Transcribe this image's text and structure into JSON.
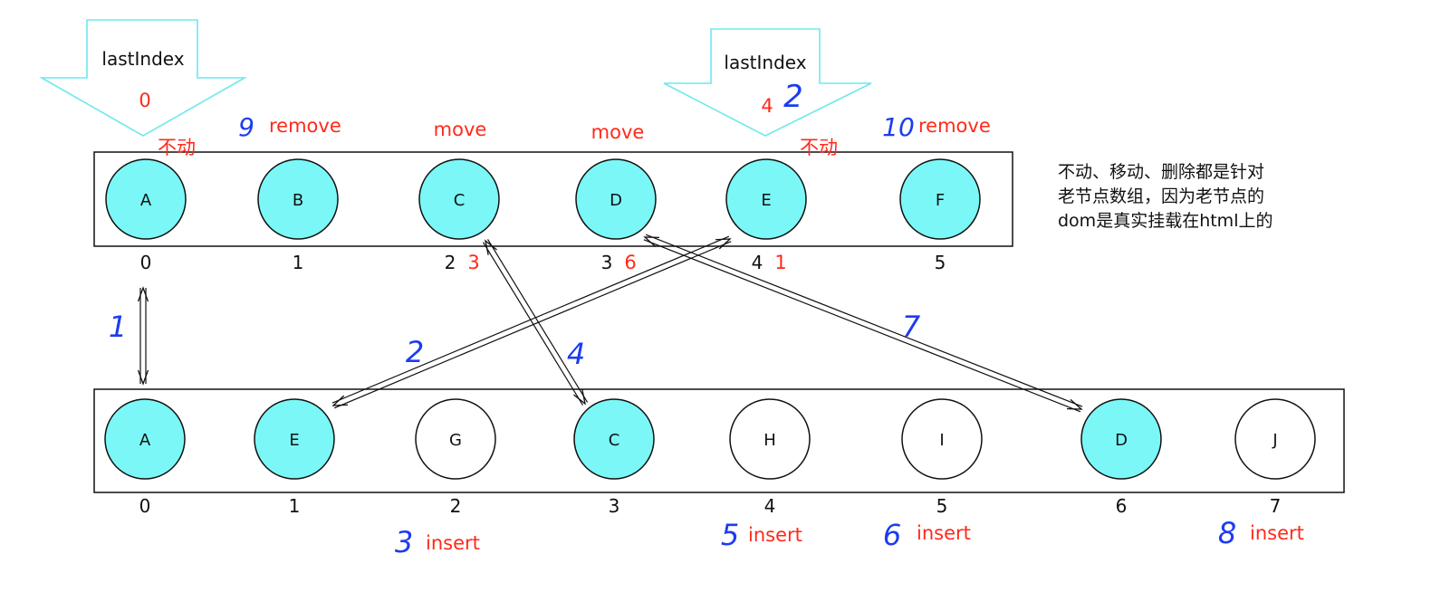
{
  "colors": {
    "filled_node": "#7bf7f7",
    "empty_node": "#ffffff",
    "pointer_stroke": "#6ee8ee",
    "annotation_red": "#ff2a1a",
    "annotation_blue": "#1c3cf0"
  },
  "pointers": [
    {
      "label": "lastIndex",
      "value": "0"
    },
    {
      "label": "lastIndex",
      "value": "4",
      "handwritten": "2"
    }
  ],
  "old_row": {
    "nodes": [
      {
        "label": "A",
        "index": "0",
        "filled": true
      },
      {
        "label": "B",
        "index": "1",
        "filled": true
      },
      {
        "label": "C",
        "index": "2",
        "filled": true,
        "index_red": "3"
      },
      {
        "label": "D",
        "index": "3",
        "filled": true,
        "index_red": "6"
      },
      {
        "label": "E",
        "index": "4",
        "filled": true,
        "index_red": "1"
      },
      {
        "label": "F",
        "index": "5",
        "filled": true
      }
    ],
    "tags": [
      {
        "node": "A",
        "text": "不动"
      },
      {
        "node": "B",
        "text": "remove",
        "step": "9"
      },
      {
        "node": "C",
        "text": "move"
      },
      {
        "node": "D",
        "text": "move"
      },
      {
        "node": "E",
        "text": "不动"
      },
      {
        "node": "F",
        "text": "remove",
        "step": "10"
      }
    ]
  },
  "new_row": {
    "nodes": [
      {
        "label": "A",
        "index": "0",
        "filled": true
      },
      {
        "label": "E",
        "index": "1",
        "filled": true
      },
      {
        "label": "G",
        "index": "2",
        "filled": false
      },
      {
        "label": "C",
        "index": "3",
        "filled": true
      },
      {
        "label": "H",
        "index": "4",
        "filled": false
      },
      {
        "label": "I",
        "index": "5",
        "filled": false
      },
      {
        "label": "D",
        "index": "6",
        "filled": true
      },
      {
        "label": "J",
        "index": "7",
        "filled": false
      }
    ],
    "tags": [
      {
        "node": "G",
        "text": "insert",
        "step": "3"
      },
      {
        "node": "H",
        "text": "insert",
        "step": "5"
      },
      {
        "node": "I",
        "text": "insert",
        "step": "6"
      },
      {
        "node": "J",
        "text": "insert",
        "step": "8"
      }
    ]
  },
  "links": [
    {
      "from": "A",
      "to": "A",
      "step": "1"
    },
    {
      "from": "E",
      "to": "E",
      "step": "2"
    },
    {
      "from": "C",
      "to": "C",
      "step": "4"
    },
    {
      "from": "D",
      "to": "D",
      "step": "7"
    }
  ],
  "note": {
    "lines": [
      "不动、移动、删除都是针对",
      "老节点数组，因为老节点的",
      "dom是真实挂载在html上的"
    ]
  }
}
